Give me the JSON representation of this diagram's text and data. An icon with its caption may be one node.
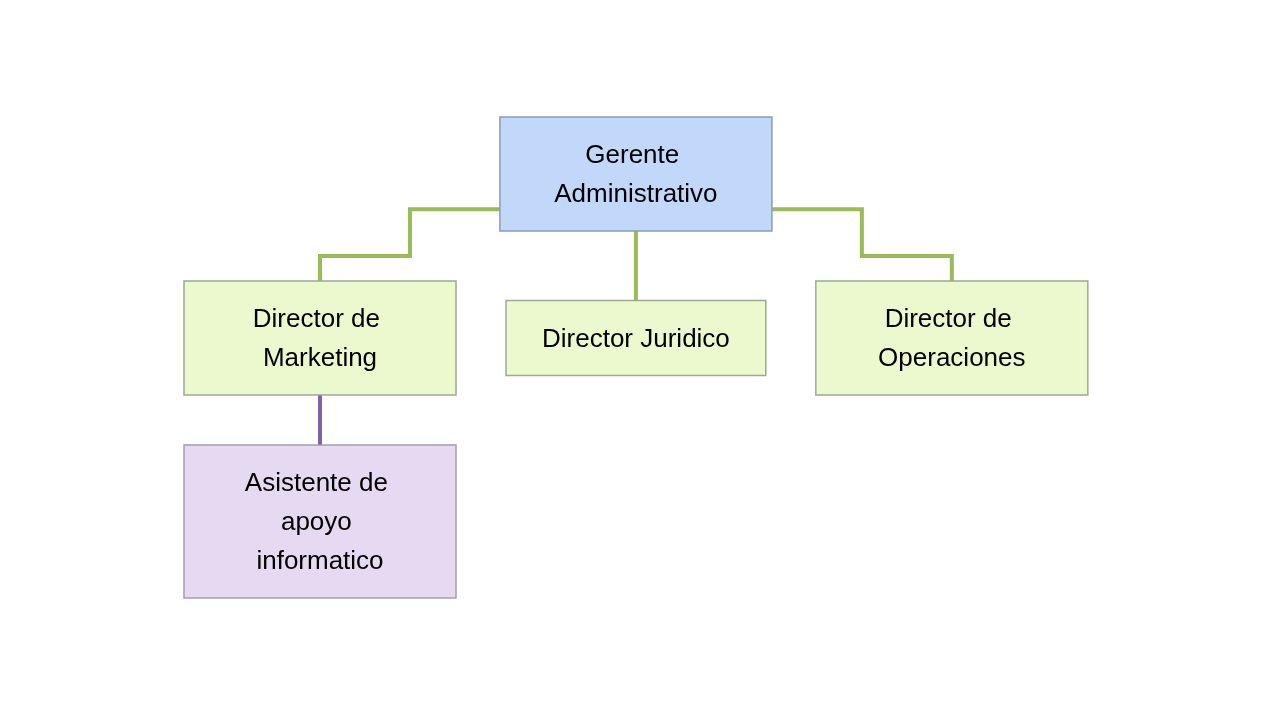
{
  "diagram": {
    "nodes": [
      {
        "text": [
          "Gerente Administrativo"
        ]
      },
      {
        "text": [
          "Director de Marketing"
        ]
      },
      {
        "text": [
          "Director Juridico"
        ]
      },
      {
        "text": [
          "Director de Operaciones"
        ]
      },
      {
        "text": [
          "Asistente de apoyo informatico"
        ]
      }
    ],
    "edges": [
      {
        "from": 0,
        "to": 1,
        "arrow": "none"
      },
      {
        "from": 0,
        "to": 2,
        "arrow": "none"
      },
      {
        "from": 0,
        "to": 3,
        "arrow": "none"
      },
      {
        "from": 1,
        "to": 4,
        "arrow": "none",
        "color": "#8064a2"
      }
    ]
  }
}
